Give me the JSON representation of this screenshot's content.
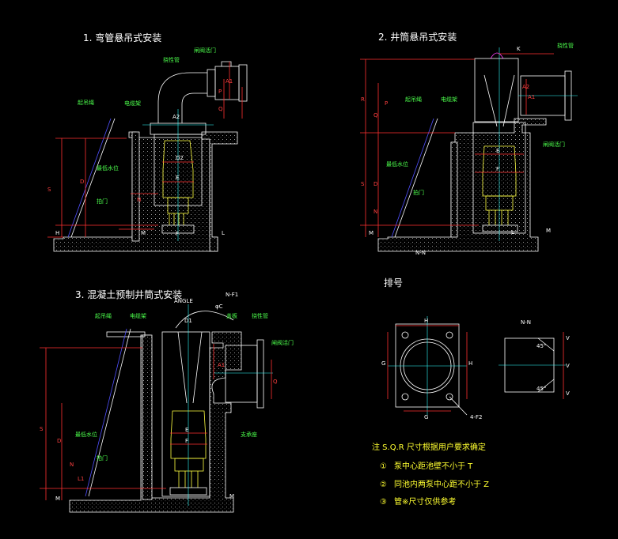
{
  "titles": {
    "t1": "1. 弯管悬吊式安装",
    "t2": "2. 井筒悬吊式安装",
    "t3": "3. 混凝土预制井筒式安装",
    "t4": "排号"
  },
  "section_label": "N-N",
  "d1": {
    "flex_pipe": "挠性管",
    "gate": "闸阀活门",
    "lift_rope": "起吊绳",
    "cable_rack": "电缆架",
    "min_level": "最低水位",
    "check_valve": "拍门",
    "dims": [
      "S",
      "D",
      "N",
      "M",
      "H",
      "Q",
      "P",
      "A1",
      "A2",
      "D2",
      "E",
      "F",
      "L",
      "M"
    ]
  },
  "d2": {
    "flex_pipe": "挠性管",
    "gate": "闸阀活门",
    "lift_rope": "起吊绳",
    "cable_rack": "电缆架",
    "min_level": "最低水位",
    "check_valve": "拍门",
    "dims": [
      "K",
      "R",
      "Q",
      "P",
      "A1",
      "A2",
      "S",
      "D",
      "N",
      "M",
      "E",
      "F",
      "L",
      "M",
      "N-N"
    ]
  },
  "d3": {
    "flex_pipe": "挠性管",
    "gate": "闸阀活门",
    "lift_rope": "起吊绳",
    "cable_rack": "电缆架",
    "min_level": "最低水位",
    "check_valve": "拍门",
    "base": "支承座",
    "top_plate": "盖板",
    "dims": [
      "ANGLE",
      "N-F1",
      "φC",
      "D1",
      "A1",
      "Q",
      "S",
      "D",
      "N",
      "M",
      "L1",
      "E",
      "F",
      "M"
    ]
  },
  "d4": {
    "dims": [
      "H",
      "G",
      "H",
      "G",
      "4-F2",
      "N-N",
      "45°",
      "45°",
      "V",
      "V",
      "V"
    ]
  },
  "notes": {
    "head": "注 S.Q.R 尺寸根据用户要求确定",
    "n1_mark": "①",
    "n1": "泵中心距池壁不小于 T",
    "n2_mark": "②",
    "n2": "同池内两泵中心距不小于 Z",
    "n3_mark": "③",
    "n3": "管※尺寸仅供参考"
  },
  "colors": {
    "background": "#000000",
    "wall": "#ffffff",
    "dimension": "#ff3030",
    "centerline": "#30ffff",
    "pump": "#ffff40",
    "label": "#4cff4c",
    "note": "#ffff30"
  }
}
